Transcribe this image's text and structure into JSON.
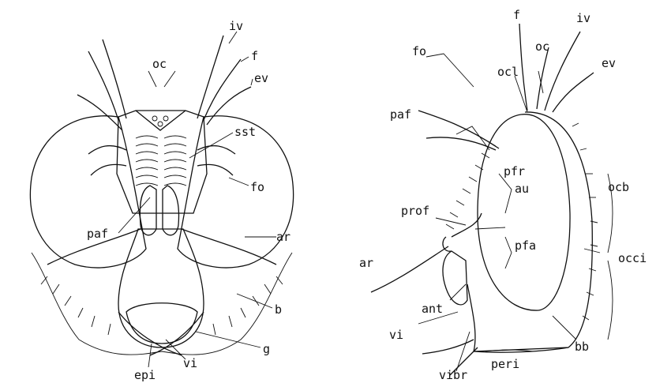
{
  "figure": {
    "front_view": {
      "labels": {
        "iv": "iv",
        "oc": "oc",
        "f": "f",
        "ev": "ev",
        "sst": "sst",
        "fo": "fo",
        "paf": "paf",
        "ar": "ar",
        "b": "b",
        "g": "g",
        "vi": "vi",
        "epi": "epi"
      }
    },
    "lateral_view": {
      "labels": {
        "f": "f",
        "iv": "iv",
        "oc": "oc",
        "ev": "ev",
        "fo": "fo",
        "ocl": "ocl",
        "paf": "paf",
        "pfr": "pfr",
        "au": "au",
        "ocb": "ocb",
        "prof": "prof",
        "pfa": "pfa",
        "occi": "occi",
        "ar": "ar",
        "ant": "ant",
        "vi": "vi",
        "vibr": "vibr",
        "peri": "peri",
        "bb": "bb"
      }
    }
  }
}
